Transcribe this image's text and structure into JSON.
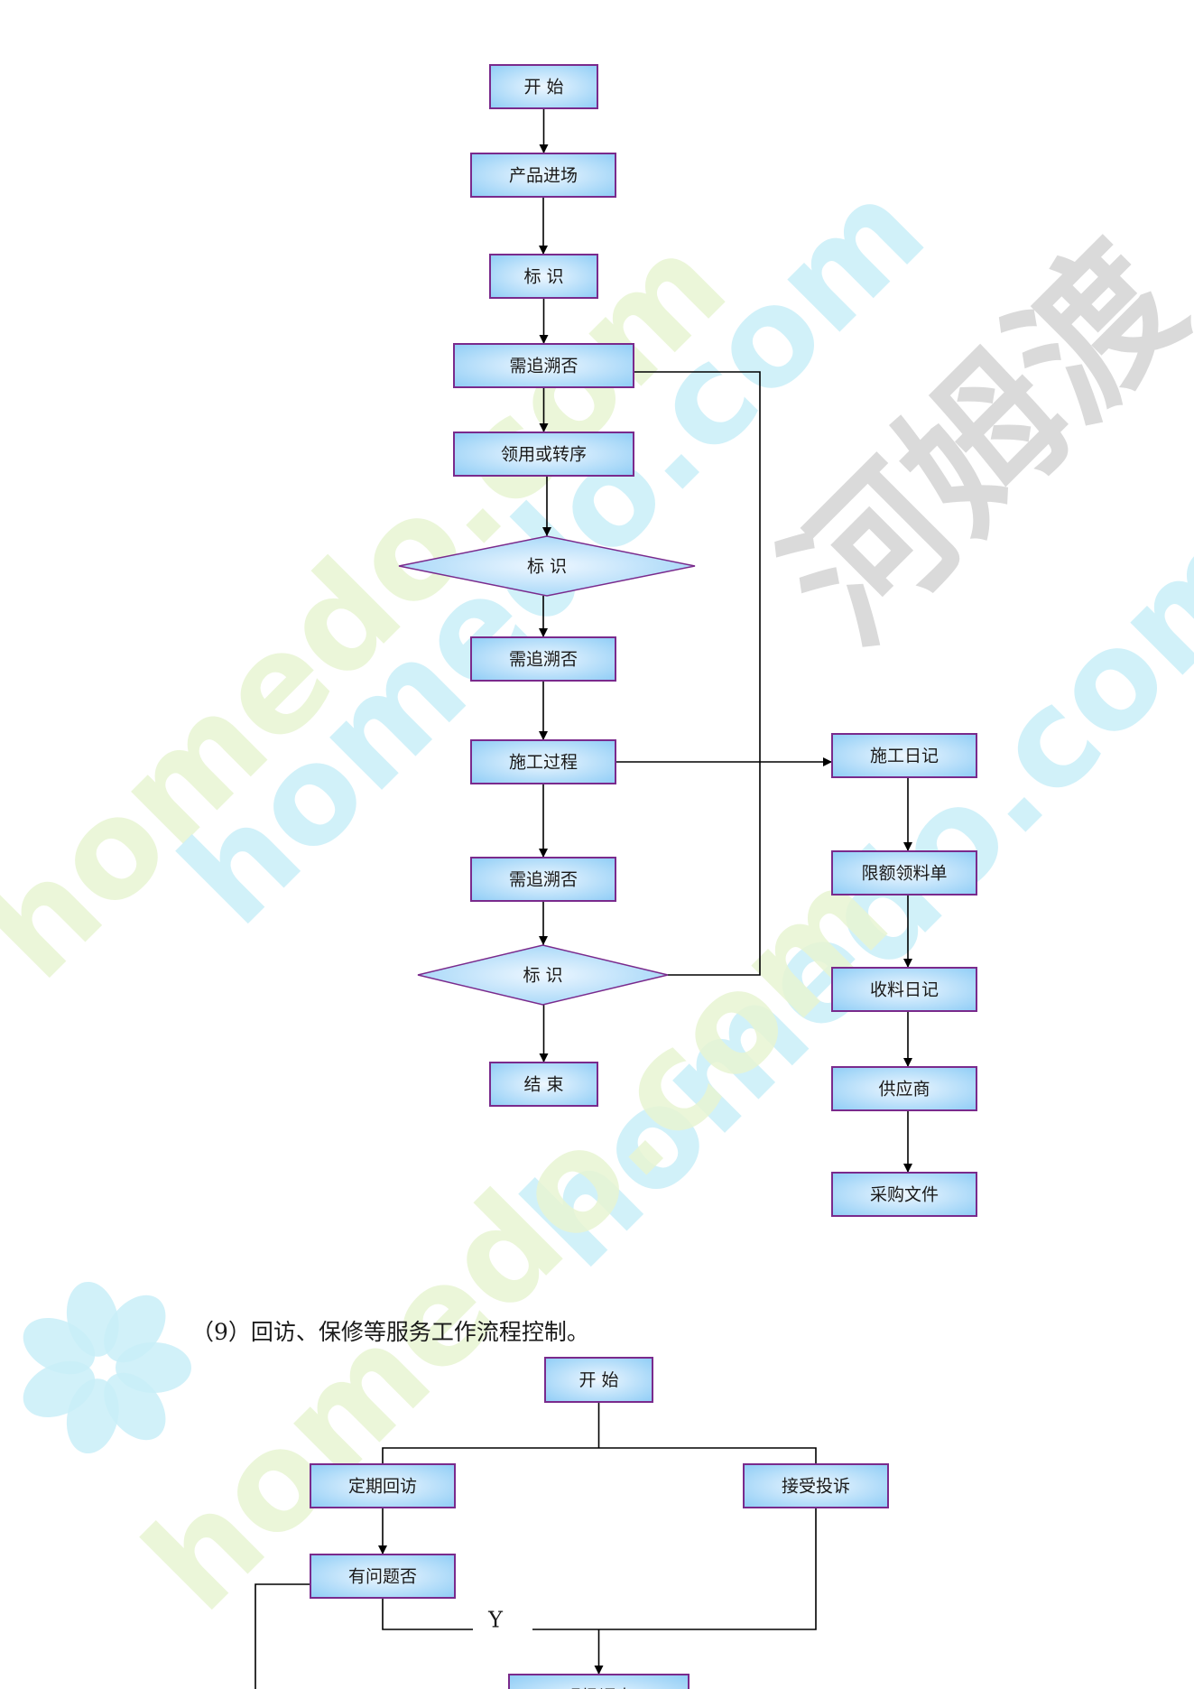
{
  "flow1": {
    "nodes": [
      {
        "id": "start",
        "label": "开 始",
        "shape": "rect"
      },
      {
        "id": "entry",
        "label": "产品进场",
        "shape": "rect"
      },
      {
        "id": "mark1",
        "label": "标 识",
        "shape": "rect"
      },
      {
        "id": "trace1",
        "label": "需追溯否",
        "shape": "rect"
      },
      {
        "id": "use",
        "label": "领用或转序",
        "shape": "rect"
      },
      {
        "id": "mark2",
        "label": "标 识",
        "shape": "diamond"
      },
      {
        "id": "trace2",
        "label": "需追溯否",
        "shape": "rect"
      },
      {
        "id": "construction",
        "label": "施工过程",
        "shape": "rect"
      },
      {
        "id": "trace3",
        "label": "需追溯否",
        "shape": "rect"
      },
      {
        "id": "mark3",
        "label": "标 识",
        "shape": "diamond"
      },
      {
        "id": "end",
        "label": "结 束",
        "shape": "rect"
      },
      {
        "id": "diary",
        "label": "施工日记",
        "shape": "rect"
      },
      {
        "id": "quota",
        "label": "限额领料单",
        "shape": "rect"
      },
      {
        "id": "receipt",
        "label": "收料日记",
        "shape": "rect"
      },
      {
        "id": "supplier",
        "label": "供应商",
        "shape": "rect"
      },
      {
        "id": "purchase",
        "label": "采购文件",
        "shape": "rect"
      }
    ]
  },
  "section_heading": "（9）回访、保修等服务工作流程控制。",
  "flow2": {
    "nodes": [
      {
        "id": "start2",
        "label": "开 始",
        "shape": "rect"
      },
      {
        "id": "visit",
        "label": "定期回访",
        "shape": "rect"
      },
      {
        "id": "complaint",
        "label": "接受投诉",
        "shape": "rect"
      },
      {
        "id": "problem",
        "label": "有问题否",
        "shape": "rect"
      },
      {
        "id": "survey",
        "label": "现场调查",
        "shape": "rect"
      }
    ],
    "edge_labels": {
      "yes": "Y"
    }
  },
  "watermark": {
    "brand_text": "河姆渡",
    "site_text": "homedo.com",
    "colors": {
      "gray": "#d4d4d4",
      "cyan": "#c9eef8",
      "green": "#e7f5d2"
    }
  },
  "colors": {
    "node_border": "#7a2a8c",
    "node_fill_center": "#eef7ff",
    "node_fill_edge": "#8fcdf6",
    "line": "#000000"
  }
}
